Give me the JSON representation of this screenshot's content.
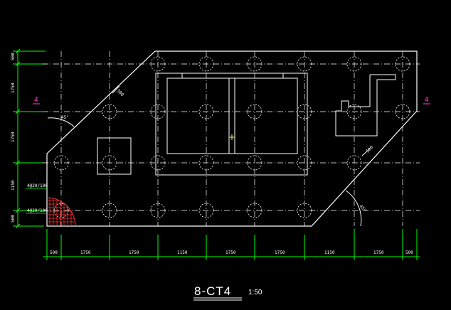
{
  "drawing": {
    "title": "8-CT4",
    "scale": "1:50",
    "section_marks": [
      "4",
      "4"
    ],
    "left_dims": [
      "500",
      "1750",
      "1750",
      "1150",
      "500"
    ],
    "bottom_dims": [
      "500",
      "1750",
      "1750",
      "1150",
      "1750",
      "1750",
      "1150",
      "1750",
      "500"
    ],
    "angle_labels": [
      "45°",
      "45°"
    ],
    "tilt_dims": [
      "500",
      "500"
    ],
    "rebar_labels": [
      "4@20/100",
      "4@20/100"
    ],
    "colors": {
      "background": "#000000",
      "outline": "#ffffff",
      "dimension": "#00ff00",
      "grid": "#ffffff",
      "rebar": "#ff3030",
      "section": "#ff3fd0",
      "cursor": "#ffff60"
    }
  }
}
